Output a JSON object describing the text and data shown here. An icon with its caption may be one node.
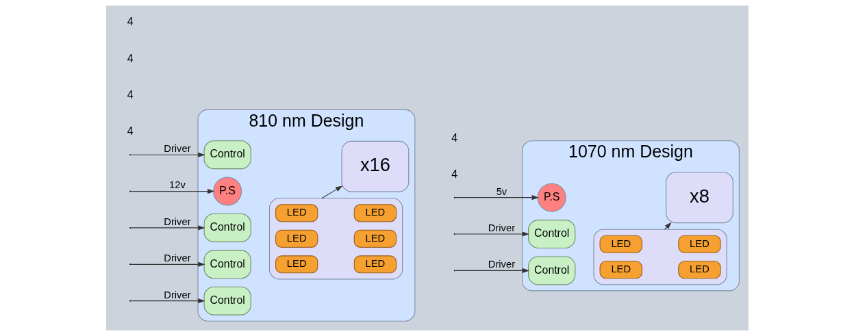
{
  "diagram": {
    "nodes": [
      {
        "text": [
          "810 nm Design"
        ]
      },
      {
        "text": [
          "P.S"
        ],
        "in": 0
      },
      {
        "text": [
          "Control"
        ],
        "in": 0
      },
      {
        "text": [
          "Control"
        ],
        "in": 0
      },
      {
        "text": [
          "Control"
        ],
        "in": 0
      },
      {
        "text": [
          "Control"
        ],
        "in": 0
      },
      {
        "text": [],
        "shape": "box",
        "in": 0
      },
      {
        "text": [
          "LED"
        ],
        "in": 6
      },
      {
        "text": [
          "LED"
        ],
        "in": 6
      },
      {
        "text": [
          "LED"
        ],
        "in": 6
      },
      {
        "text": [
          "LED"
        ],
        "in": 6
      },
      {
        "text": [
          "LED"
        ],
        "in": 6
      },
      {
        "text": [
          "LED"
        ],
        "in": 6
      },
      {
        "text": [
          "x16"
        ],
        "in": 0
      },
      {
        "text": [
          "1070 nm Design"
        ]
      },
      {
        "text": [
          "P.S"
        ],
        "in": 14
      },
      {
        "text": [
          "Control"
        ],
        "in": 14
      },
      {
        "text": [
          "Control"
        ],
        "in": 14
      },
      {
        "text": [],
        "shape": "box",
        "in": 14
      },
      {
        "text": [
          "LED"
        ],
        "in": 18
      },
      {
        "text": [
          "LED"
        ],
        "in": 18
      },
      {
        "text": [
          "LED"
        ],
        "in": 18
      },
      {
        "text": [
          "LED"
        ],
        "in": 18
      },
      {
        "text": [
          "x8"
        ],
        "in": 14
      }
    ],
    "edges": [
      {
        "from": null,
        "to": 1,
        "arrow": "to",
        "label": "12v"
      },
      {
        "from": null,
        "to": 2,
        "arrow": "to",
        "label": "Driver"
      },
      {
        "from": null,
        "to": 3,
        "arrow": "to",
        "label": "Driver"
      },
      {
        "from": null,
        "to": 4,
        "arrow": "to",
        "label": "Driver"
      },
      {
        "from": null,
        "to": 5,
        "arrow": "to",
        "label": "Driver"
      },
      {
        "from": 6,
        "to": 13,
        "arrow": "to"
      },
      {
        "from": null,
        "to": 15,
        "arrow": "to",
        "label": "5v"
      },
      {
        "from": null,
        "to": 16,
        "arrow": "to",
        "label": "Driver"
      },
      {
        "from": null,
        "to": 17,
        "arrow": "to",
        "label": "Driver"
      },
      {
        "from": 18,
        "to": 23,
        "arrow": "to"
      }
    ],
    "labels": [
      "4",
      "4",
      "4",
      "4",
      "4",
      "4"
    ]
  }
}
